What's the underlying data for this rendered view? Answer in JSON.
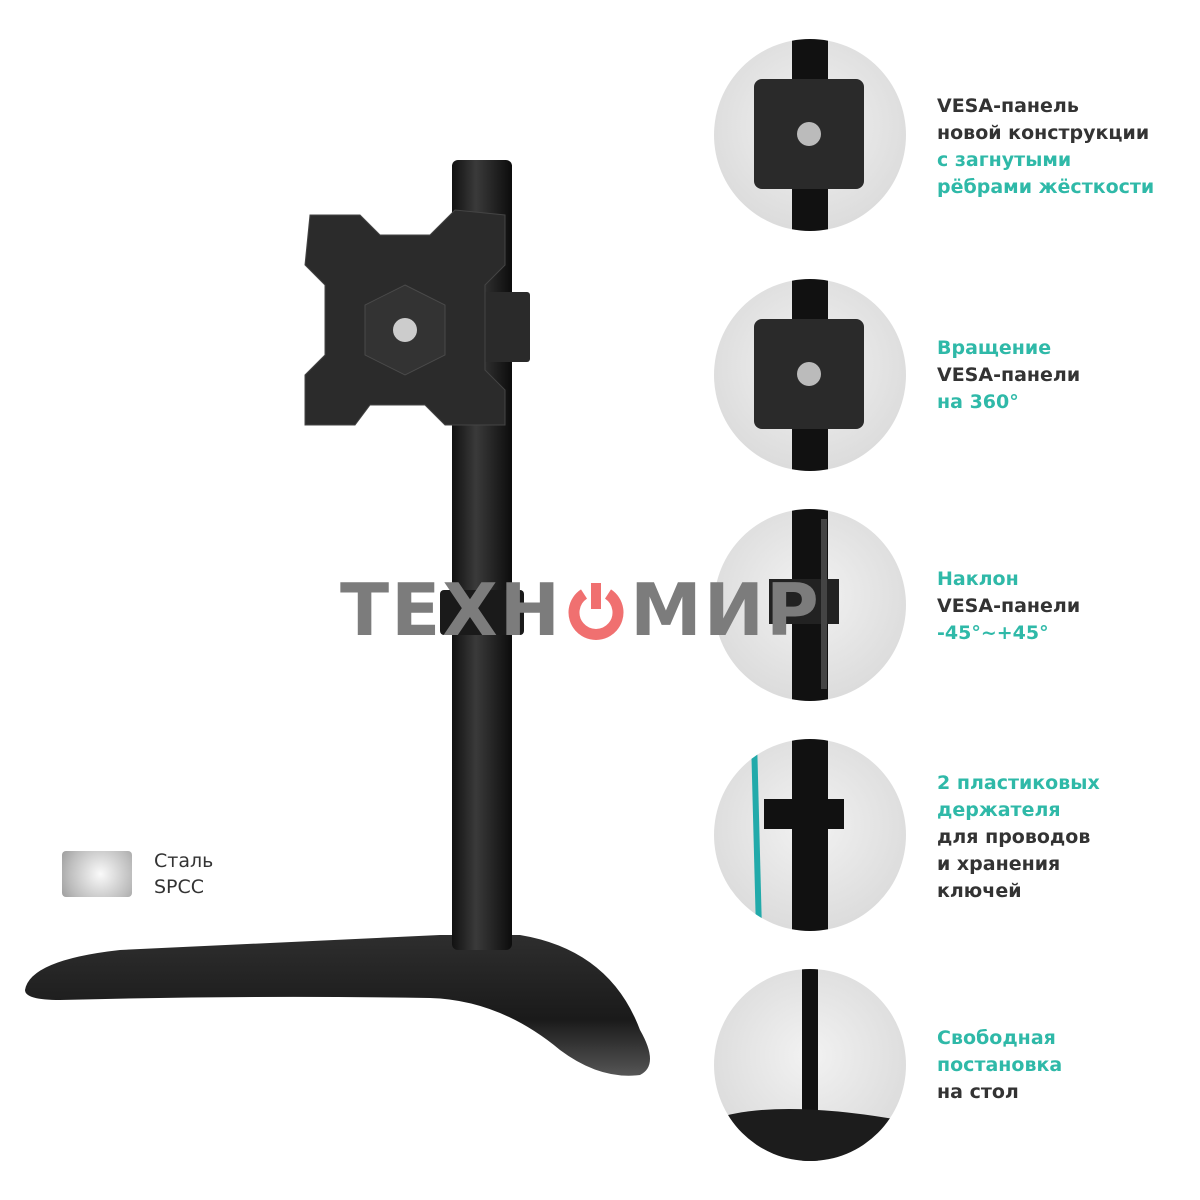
{
  "watermark": {
    "left": "ТЕХН",
    "right": "МИР"
  },
  "material": {
    "line1": "Сталь",
    "line2": "SPCC"
  },
  "features": [
    {
      "icon": "vesa-panel-closeup",
      "lines": [
        {
          "text": "VESA-панель",
          "accent": false
        },
        {
          "text": "новой конструкции",
          "accent": false
        },
        {
          "text": "с загнутыми",
          "accent": true
        },
        {
          "text": "рёбрами жёсткости",
          "accent": true
        }
      ]
    },
    {
      "icon": "rotation-360",
      "lines": [
        {
          "text": "Вращение",
          "accent": true
        },
        {
          "text": "VESA-панели",
          "accent": false
        },
        {
          "text": "на 360°",
          "accent": true
        }
      ]
    },
    {
      "icon": "tilt",
      "lines": [
        {
          "text": "Наклон",
          "accent": true
        },
        {
          "text": "VESA-панели",
          "accent": false
        },
        {
          "text": "-45°~+45°",
          "accent": true
        }
      ]
    },
    {
      "icon": "cable-holder",
      "lines": [
        {
          "text": "2 пластиковых",
          "accent": true
        },
        {
          "text": "держателя",
          "accent": true
        },
        {
          "text": "для проводов",
          "accent": false
        },
        {
          "text": "и хранения",
          "accent": false
        },
        {
          "text": "ключей",
          "accent": false
        }
      ]
    },
    {
      "icon": "freestanding-base",
      "lines": [
        {
          "text": "Свободная",
          "accent": true
        },
        {
          "text": "постановка",
          "accent": true
        },
        {
          "text": "на стол",
          "accent": false
        }
      ]
    }
  ],
  "colors": {
    "accent": "#2fb9a8",
    "text": "#333333",
    "watermark_power": "#f07070"
  }
}
